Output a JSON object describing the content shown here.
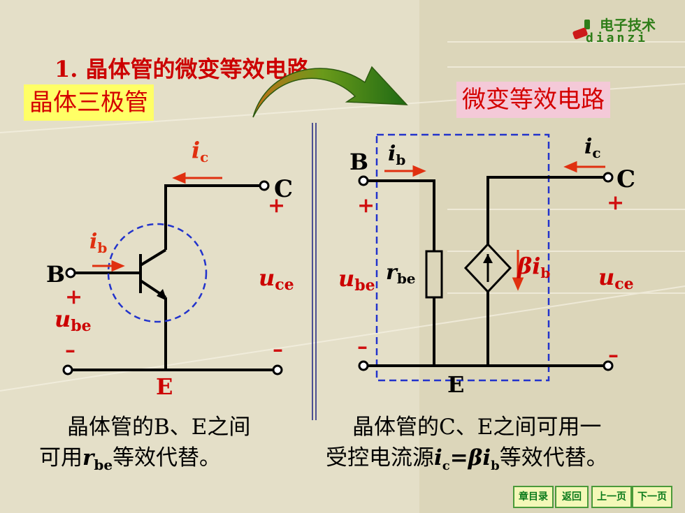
{
  "logo": {
    "cn": "电子技术",
    "en": "dianzi"
  },
  "title": "1. 晶体管的微变等效电路",
  "left_tag": "晶体三极管",
  "right_tag": "微变等效电路",
  "left_circuit": {
    "ic_sym": "i",
    "ic_sub": "c",
    "ib_sym": "i",
    "ib_sub": "b",
    "C": "C",
    "B": "B",
    "E": "E",
    "plus": "+",
    "minus": "–",
    "uce_sym": "u",
    "uce_sub": "ce",
    "ube_sym": "u",
    "ube_sub": "be"
  },
  "right_circuit": {
    "B": "B",
    "C": "C",
    "E": "E",
    "ib_sym": "i",
    "ib_sub": "b",
    "ic_sym": "i",
    "ic_sub": "c",
    "plus": "+",
    "minus": "–",
    "ube_sym": "u",
    "ube_sub": "be",
    "rbe_sym": "r",
    "rbe_sub": "be",
    "src_beta": "β",
    "src_i": "i",
    "src_sub": "b",
    "uce_sym": "u",
    "uce_sub": "ce"
  },
  "caption_left": {
    "line1": "晶体管的B、E之间",
    "line2_a": "可用",
    "line2_r": "r",
    "line2_sub": "be",
    "line2_b": "等效代替。"
  },
  "caption_right": {
    "line1": "晶体管的C、E之间可用一",
    "line2_a": "受控电流源",
    "i1": "i",
    "s1": "c",
    "eq": "=",
    "beta": "β",
    "i2": "i",
    "s2": "b",
    "line2_b": "等效代替。"
  },
  "nav": [
    "章目录",
    "返回",
    "上一页",
    "下一页"
  ]
}
